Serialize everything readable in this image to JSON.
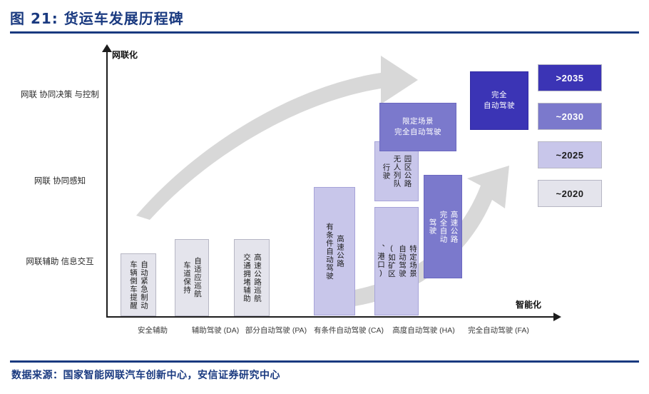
{
  "figure": {
    "title": "图 21: 货运车发展历程碑",
    "source_note": "数据来源：国家智能网联汽车创新中心，安信证券研究中心"
  },
  "axes": {
    "y_axis_label": "网联化",
    "x_axis_label": "智能化",
    "y_ticks": [
      "网联\n协同决策\n与控制",
      "网联\n协同感知",
      "网联辅助\n信息交互"
    ],
    "x_ticks": [
      "安全辅助",
      "辅助驾驶\n(DA)",
      "部分自动驾驶\n(PA)",
      "有条件自动驾驶\n(CA)",
      "高度自动驾驶\n(HA)",
      "完全自动驾驶\n(FA)"
    ]
  },
  "legend": {
    "items": [
      {
        "label": ">2035",
        "color": "#3b34b5",
        "tier": "tier-2035"
      },
      {
        "label": "~2030",
        "color": "#7b79cc",
        "tier": "tier-2030"
      },
      {
        "label": "~2025",
        "color": "#c8c6ea",
        "tier": "tier-2025"
      },
      {
        "label": "~2020",
        "color": "#e4e4ec",
        "tier": "tier-2020"
      }
    ]
  },
  "milestones": [
    {
      "id": "m1",
      "text": "自动紧急制动\n车辆倒车提醒",
      "tier": "tier-2020",
      "orientation": "vertical"
    },
    {
      "id": "m2",
      "text": "自适应巡航\n车道保持",
      "tier": "tier-2020",
      "orientation": "vertical"
    },
    {
      "id": "m3",
      "text": "高速公路巡航\n交通拥堵辅助",
      "tier": "tier-2020",
      "orientation": "vertical"
    },
    {
      "id": "m4",
      "text": "高速公路\n有条件自动驾驶",
      "tier": "tier-2025",
      "orientation": "vertical"
    },
    {
      "id": "m5",
      "text": "特定场景\n自动驾驶\n(如矿区\n、港口)",
      "tier": "tier-2025",
      "orientation": "vertical"
    },
    {
      "id": "m6",
      "text": "园区公路\n无人列队\n行驶",
      "tier": "tier-2025",
      "orientation": "vertical"
    },
    {
      "id": "m7",
      "text": "高速公路\n完全自动\n驾驶",
      "tier": "tier-2030",
      "orientation": "vertical"
    },
    {
      "id": "m8",
      "text": "限定场景\n完全自动驾驶",
      "tier": "tier-2030",
      "orientation": "horizontal"
    },
    {
      "id": "m9",
      "text": "完全\n自动驾驶",
      "tier": "tier-2035",
      "orientation": "horizontal"
    }
  ],
  "chart_data": {
    "type": "scatter",
    "title": "图 21: 货运车发展历程碑",
    "xlabel": "智能化",
    "ylabel": "网联化",
    "x": [
      "安全辅助",
      "辅助驾驶(DA)",
      "部分自动驾驶(PA)",
      "有条件自动驾驶(CA)",
      "高度自动驾驶(HA)",
      "完全自动驾驶(FA)"
    ],
    "y_levels": [
      "网联辅助信息交互",
      "网联协同感知",
      "网联协同决策与控制"
    ],
    "legend_position": "right",
    "grid": false,
    "points": [
      {
        "label": "自动紧急制动 / 车辆倒车提醒",
        "x": "安全辅助",
        "y": "网联辅助信息交互",
        "era": "~2020"
      },
      {
        "label": "自适应巡航 / 车道保持",
        "x": "辅助驾驶(DA)",
        "y": "网联辅助信息交互",
        "era": "~2020"
      },
      {
        "label": "高速公路巡航 / 交通拥堵辅助",
        "x": "部分自动驾驶(PA)",
        "y": "网联辅助信息交互",
        "era": "~2020"
      },
      {
        "label": "高速公路有条件自动驾驶",
        "x": "有条件自动驾驶(CA)",
        "y": "网联协同感知",
        "era": "~2025"
      },
      {
        "label": "特定场景自动驾驶(如矿区、港口)",
        "x": "高度自动驾驶(HA)",
        "y": "网联协同感知",
        "era": "~2025"
      },
      {
        "label": "园区公路无人列队行驶",
        "x": "高度自动驾驶(HA)",
        "y": "网联协同感知",
        "era": "~2025"
      },
      {
        "label": "高速公路完全自动驾驶",
        "x": "完全自动驾驶(FA)",
        "y": "网联协同感知",
        "era": "~2030"
      },
      {
        "label": "限定场景完全自动驾驶",
        "x": "高度自动驾驶(HA)",
        "y": "网联协同决策与控制",
        "era": "~2030"
      },
      {
        "label": "完全自动驾驶",
        "x": "完全自动驾驶(FA)",
        "y": "网联协同决策与控制",
        "era": ">2035"
      }
    ]
  }
}
